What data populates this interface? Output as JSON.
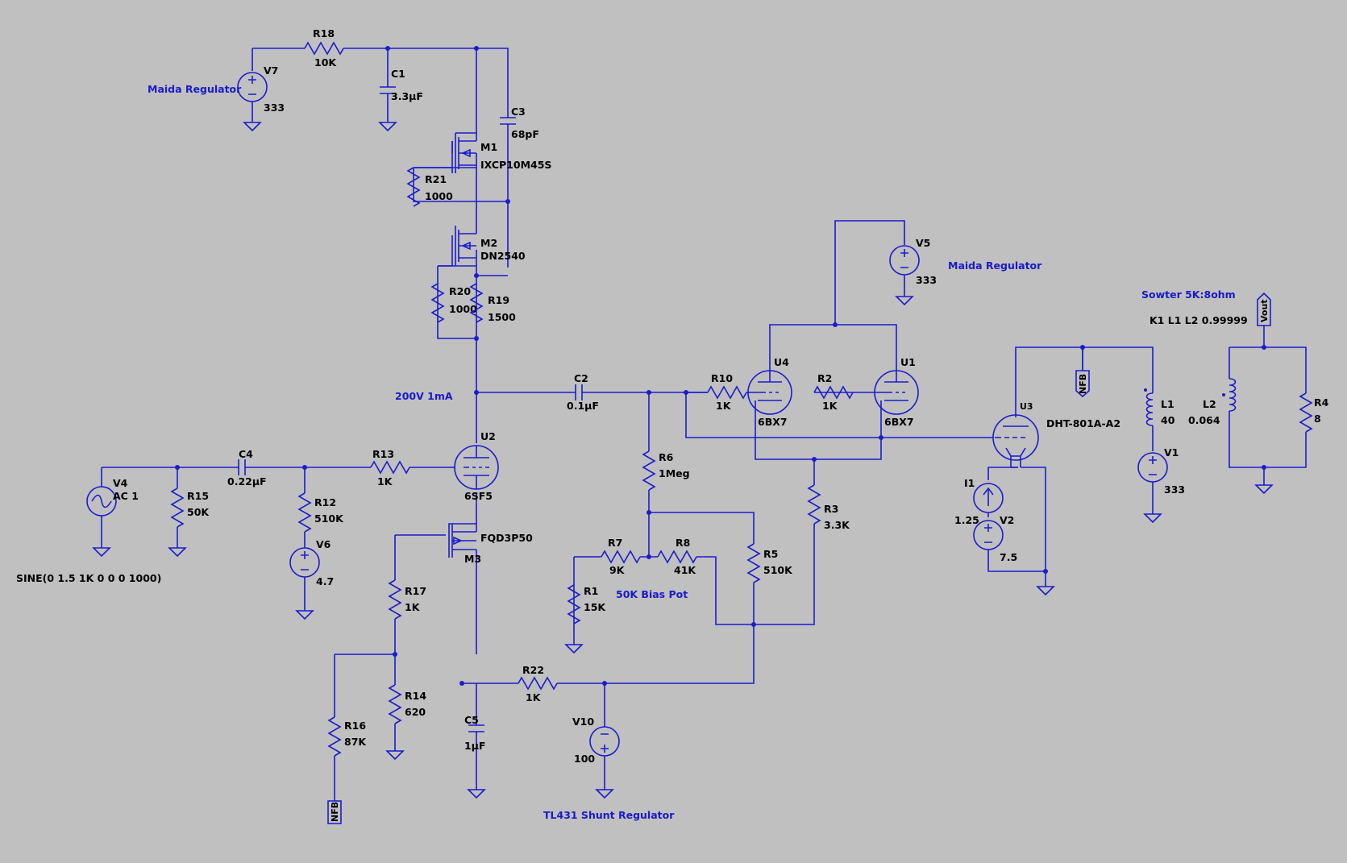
{
  "comments": {
    "maida_left": "Maida Regulator",
    "maida_right": "Maida Regulator",
    "sowter": "Sowter 5K:8ohm",
    "bias_pot": "50K Bias Pot",
    "tl431": "TL431 Shunt Regulator",
    "stage_bias": "200V 1mA"
  },
  "directives": {
    "coupling": "K1 L1 L2 0.99999",
    "sine": "SINE(0 1.5 1K 0 0 0 1000)"
  },
  "components": {
    "R18": {
      "name": "R18",
      "value": "10K"
    },
    "C1": {
      "name": "C1",
      "value": "3.3µF"
    },
    "V7": {
      "name": "V7",
      "value": "333"
    },
    "C3": {
      "name": "C3",
      "value": "68pF"
    },
    "M1": {
      "name": "M1",
      "value": "IXCP10M45S"
    },
    "R21": {
      "name": "R21",
      "value": "1000"
    },
    "M2": {
      "name": "M2",
      "value": "DN2540"
    },
    "R20": {
      "name": "R20",
      "value": "1000"
    },
    "R19": {
      "name": "R19",
      "value": "1500"
    },
    "U2": {
      "name": "U2",
      "value": "6SF5"
    },
    "C2": {
      "name": "C2",
      "value": "0.1µF"
    },
    "R10": {
      "name": "R10",
      "value": "1K"
    },
    "U4": {
      "name": "U4",
      "value": "6BX7"
    },
    "R2": {
      "name": "R2",
      "value": "1K"
    },
    "U1": {
      "name": "U1",
      "value": "6BX7"
    },
    "V5": {
      "name": "V5",
      "value": "333"
    },
    "V4": {
      "name": "V4",
      "value": "AC 1"
    },
    "R15": {
      "name": "R15",
      "value": "50K"
    },
    "C4": {
      "name": "C4",
      "value": "0.22µF"
    },
    "R12": {
      "name": "R12",
      "value": "510K"
    },
    "R13": {
      "name": "R13",
      "value": "1K"
    },
    "V6": {
      "name": "V6",
      "value": "4.7"
    },
    "M3": {
      "name": "M3",
      "value": "FQD3P50"
    },
    "R17": {
      "name": "R17",
      "value": "1K"
    },
    "R14": {
      "name": "R14",
      "value": "620"
    },
    "R16": {
      "name": "R16",
      "value": "87K"
    },
    "C5": {
      "name": "C5",
      "value": "1µF"
    },
    "R22": {
      "name": "R22",
      "value": "1K"
    },
    "V10": {
      "name": "V10",
      "value": "100"
    },
    "R6": {
      "name": "R6",
      "value": "1Meg"
    },
    "R7": {
      "name": "R7",
      "value": "9K"
    },
    "R8": {
      "name": "R8",
      "value": "41K"
    },
    "R1": {
      "name": "R1",
      "value": "15K"
    },
    "R5": {
      "name": "R5",
      "value": "510K"
    },
    "R3": {
      "name": "R3",
      "value": "3.3K"
    },
    "U3": {
      "name": "U3",
      "value": "DHT-801A-A2"
    },
    "I1": {
      "name": "I1",
      "value": "1.25"
    },
    "V2": {
      "name": "V2",
      "value": "7.5"
    },
    "L1": {
      "name": "L1",
      "value": "40"
    },
    "V1": {
      "name": "V1",
      "value": "333"
    },
    "L2": {
      "name": "L2",
      "value": "0.064"
    },
    "R4": {
      "name": "R4",
      "value": "8"
    }
  },
  "net_flags": {
    "vout": "Vout",
    "nfb_top": "NFB",
    "nfb_bottom": "NFB"
  },
  "tube_small_label": "U3"
}
